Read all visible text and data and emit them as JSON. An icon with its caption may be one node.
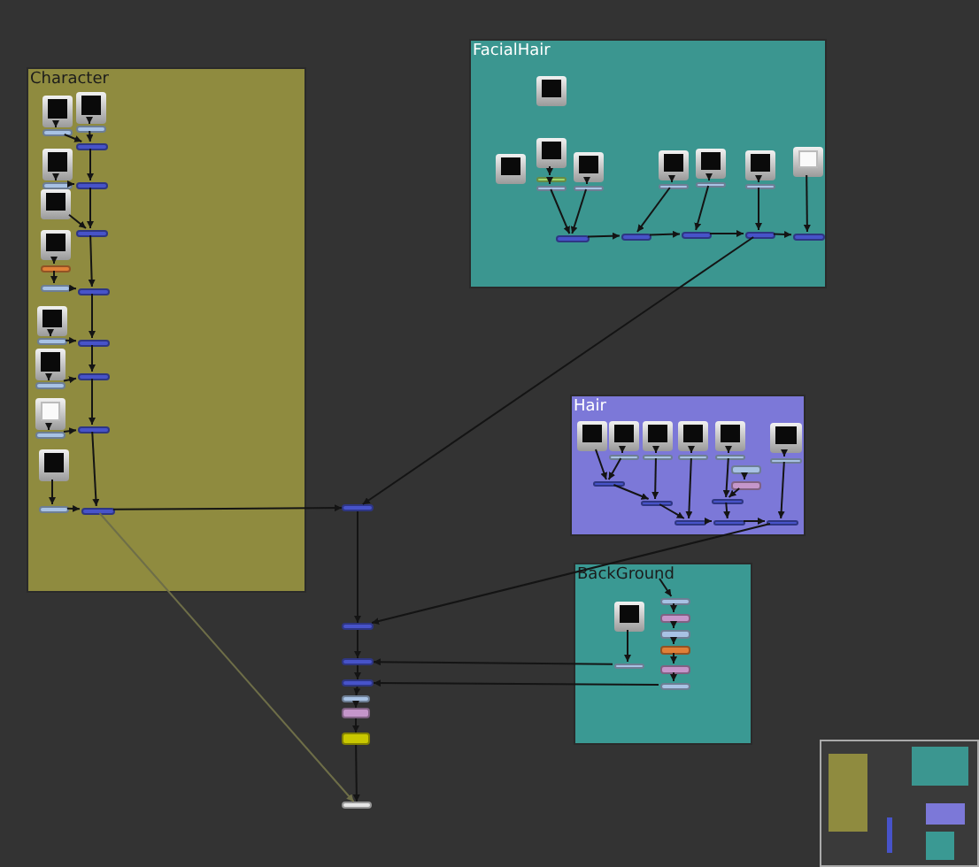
{
  "diagram": {
    "nodes": [
      {
        "text": [
          "Character"
        ]
      },
      {
        "text": [],
        "shape": "box",
        "in": 0
      },
      {
        "text": [],
        "shape": "bar",
        "in": 0
      },
      {
        "text": [],
        "shape": "box",
        "in": 0
      },
      {
        "text": [],
        "shape": "bar",
        "in": 0
      },
      {
        "text": [],
        "shape": "bar",
        "in": 0
      },
      {
        "text": [],
        "shape": "box",
        "in": 0
      },
      {
        "text": [],
        "shape": "bar",
        "in": 0
      },
      {
        "text": [],
        "shape": "bar",
        "in": 0
      },
      {
        "text": [],
        "shape": "box",
        "in": 0
      },
      {
        "text": [],
        "shape": "bar",
        "in": 0
      },
      {
        "text": [],
        "shape": "box",
        "in": 0
      },
      {
        "text": [],
        "shape": "bar",
        "in": 0
      },
      {
        "text": [],
        "shape": "bar",
        "in": 0
      },
      {
        "text": [],
        "shape": "bar",
        "in": 0
      },
      {
        "text": [],
        "shape": "box",
        "in": 0
      },
      {
        "text": [],
        "shape": "bar",
        "in": 0
      },
      {
        "text": [],
        "shape": "bar",
        "in": 0
      },
      {
        "text": [],
        "shape": "box",
        "in": 0
      },
      {
        "text": [],
        "shape": "bar",
        "in": 0
      },
      {
        "text": [],
        "shape": "bar",
        "in": 0
      },
      {
        "text": [],
        "shape": "box",
        "in": 0
      },
      {
        "text": [],
        "shape": "bar",
        "in": 0
      },
      {
        "text": [],
        "shape": "bar",
        "in": 0
      },
      {
        "text": [],
        "shape": "box",
        "in": 0
      },
      {
        "text": [],
        "shape": "bar",
        "in": 0
      },
      {
        "text": [],
        "shape": "bar",
        "in": 0
      },
      {
        "text": [
          "FacialHair"
        ]
      },
      {
        "text": [],
        "shape": "box",
        "in": 27
      },
      {
        "text": [],
        "shape": "box",
        "in": 27
      },
      {
        "text": [],
        "shape": "box",
        "in": 27
      },
      {
        "text": [],
        "shape": "bar",
        "in": 27
      },
      {
        "text": [],
        "shape": "bar",
        "in": 27
      },
      {
        "text": [],
        "shape": "box",
        "in": 27
      },
      {
        "text": [],
        "shape": "bar",
        "in": 27
      },
      {
        "text": [],
        "shape": "box",
        "in": 27
      },
      {
        "text": [],
        "shape": "bar",
        "in": 27
      },
      {
        "text": [],
        "shape": "box",
        "in": 27
      },
      {
        "text": [],
        "shape": "bar",
        "in": 27
      },
      {
        "text": [],
        "shape": "box",
        "in": 27
      },
      {
        "text": [],
        "shape": "bar",
        "in": 27
      },
      {
        "text": [],
        "shape": "box",
        "in": 27
      },
      {
        "text": [],
        "shape": "bar",
        "in": 27
      },
      {
        "text": [],
        "shape": "bar",
        "in": 27
      },
      {
        "text": [],
        "shape": "bar",
        "in": 27
      },
      {
        "text": [],
        "shape": "bar",
        "in": 27
      },
      {
        "text": [],
        "shape": "bar",
        "in": 27
      },
      {
        "text": [
          "Hair"
        ]
      },
      {
        "text": [],
        "shape": "box",
        "in": 47
      },
      {
        "text": [],
        "shape": "box",
        "in": 47
      },
      {
        "text": [],
        "shape": "bar",
        "in": 47
      },
      {
        "text": [],
        "shape": "box",
        "in": 47
      },
      {
        "text": [],
        "shape": "bar",
        "in": 47
      },
      {
        "text": [],
        "shape": "box",
        "in": 47
      },
      {
        "text": [],
        "shape": "bar",
        "in": 47
      },
      {
        "text": [],
        "shape": "box",
        "in": 47
      },
      {
        "text": [],
        "shape": "bar",
        "in": 47
      },
      {
        "text": [],
        "shape": "bar",
        "in": 47
      },
      {
        "text": [],
        "shape": "bar",
        "in": 47
      },
      {
        "text": [],
        "shape": "box",
        "in": 47
      },
      {
        "text": [],
        "shape": "bar",
        "in": 47
      },
      {
        "text": [],
        "shape": "bar",
        "in": 47
      },
      {
        "text": [],
        "shape": "bar",
        "in": 47
      },
      {
        "text": [],
        "shape": "bar",
        "in": 47
      },
      {
        "text": [],
        "shape": "bar",
        "in": 47
      },
      {
        "text": [],
        "shape": "bar",
        "in": 47
      },
      {
        "text": [],
        "shape": "bar",
        "in": 47
      },
      {
        "text": [
          "BackGround"
        ]
      },
      {
        "text": [],
        "shape": "box",
        "in": 67
      },
      {
        "text": [],
        "shape": "bar",
        "in": 67
      },
      {
        "text": [],
        "shape": "bar",
        "in": 67
      },
      {
        "text": [],
        "shape": "bar",
        "in": 67
      },
      {
        "text": [],
        "shape": "bar",
        "in": 67
      },
      {
        "text": [],
        "shape": "bar",
        "in": 67
      },
      {
        "text": [],
        "shape": "bar",
        "in": 67
      },
      {
        "text": [],
        "shape": "bar",
        "in": 67
      },
      {
        "text": [],
        "shape": "bar"
      },
      {
        "text": [],
        "shape": "bar"
      },
      {
        "text": [],
        "shape": "bar"
      },
      {
        "text": [],
        "shape": "bar"
      },
      {
        "text": [],
        "shape": "bar"
      },
      {
        "text": [],
        "shape": "bar"
      },
      {
        "text": [],
        "shape": "bar"
      },
      {
        "text": [],
        "shape": "bar"
      }
    ],
    "edges": [
      {
        "from": 1,
        "to": 2,
        "arrow": "to"
      },
      {
        "from": 2,
        "to": 5,
        "arrow": "to"
      },
      {
        "from": 3,
        "to": 4,
        "arrow": "to"
      },
      {
        "from": 4,
        "to": 5,
        "arrow": "to"
      },
      {
        "from": 6,
        "to": 7,
        "arrow": "to"
      },
      {
        "from": 7,
        "to": 8,
        "arrow": "to"
      },
      {
        "from": 5,
        "to": 8,
        "arrow": "to"
      },
      {
        "from": 8,
        "to": 10,
        "arrow": "to"
      },
      {
        "from": 9,
        "to": 10,
        "arrow": "to"
      },
      {
        "from": 11,
        "to": 12,
        "arrow": "to"
      },
      {
        "from": 12,
        "to": 13,
        "arrow": "to"
      },
      {
        "from": 13,
        "to": 14,
        "arrow": "to"
      },
      {
        "from": 10,
        "to": 14,
        "arrow": "to"
      },
      {
        "from": 14,
        "to": 17,
        "arrow": "to"
      },
      {
        "from": 15,
        "to": 16,
        "arrow": "to"
      },
      {
        "from": 16,
        "to": 17,
        "arrow": "to"
      },
      {
        "from": 17,
        "to": 20,
        "arrow": "to"
      },
      {
        "from": 18,
        "to": 19,
        "arrow": "to"
      },
      {
        "from": 19,
        "to": 20,
        "arrow": "to"
      },
      {
        "from": 20,
        "to": 23,
        "arrow": "to"
      },
      {
        "from": 21,
        "to": 22,
        "arrow": "to"
      },
      {
        "from": 22,
        "to": 23,
        "arrow": "to"
      },
      {
        "from": 23,
        "to": 26,
        "arrow": "to"
      },
      {
        "from": 24,
        "to": 25,
        "arrow": "to"
      },
      {
        "from": 25,
        "to": 26,
        "arrow": "to"
      },
      {
        "from": 26,
        "to": 76,
        "arrow": "to"
      },
      {
        "from": 26,
        "to": 83,
        "arrow": "to",
        "color": "#6e6e48"
      },
      {
        "from": 30,
        "to": 31,
        "arrow": "to"
      },
      {
        "from": 31,
        "to": 32,
        "arrow": "to"
      },
      {
        "from": 32,
        "to": 42,
        "arrow": "to"
      },
      {
        "from": 33,
        "to": 34,
        "arrow": "to"
      },
      {
        "from": 34,
        "to": 42,
        "arrow": "to"
      },
      {
        "from": 42,
        "to": 43,
        "arrow": "to"
      },
      {
        "from": 35,
        "to": 36,
        "arrow": "to"
      },
      {
        "from": 36,
        "to": 43,
        "arrow": "to"
      },
      {
        "from": 43,
        "to": 44,
        "arrow": "to"
      },
      {
        "from": 37,
        "to": 38,
        "arrow": "to"
      },
      {
        "from": 38,
        "to": 44,
        "arrow": "to"
      },
      {
        "from": 44,
        "to": 45,
        "arrow": "to"
      },
      {
        "from": 39,
        "to": 40,
        "arrow": "to"
      },
      {
        "from": 40,
        "to": 45,
        "arrow": "to"
      },
      {
        "from": 45,
        "to": 46,
        "arrow": "to"
      },
      {
        "from": 41,
        "to": 46,
        "arrow": "to"
      },
      {
        "from": 45,
        "to": 76,
        "arrow": "to"
      },
      {
        "from": 48,
        "to": 61,
        "arrow": "to"
      },
      {
        "from": 49,
        "to": 50,
        "arrow": "to"
      },
      {
        "from": 50,
        "to": 61,
        "arrow": "to"
      },
      {
        "from": 61,
        "to": 62,
        "arrow": "to"
      },
      {
        "from": 51,
        "to": 52,
        "arrow": "to"
      },
      {
        "from": 52,
        "to": 62,
        "arrow": "to"
      },
      {
        "from": 62,
        "to": 63,
        "arrow": "to"
      },
      {
        "from": 53,
        "to": 54,
        "arrow": "to"
      },
      {
        "from": 54,
        "to": 63,
        "arrow": "to"
      },
      {
        "from": 63,
        "to": 64,
        "arrow": "to"
      },
      {
        "from": 55,
        "to": 56,
        "arrow": "to"
      },
      {
        "from": 56,
        "to": 65,
        "arrow": "to"
      },
      {
        "from": 57,
        "to": 58,
        "arrow": "to"
      },
      {
        "from": 58,
        "to": 65,
        "arrow": "to"
      },
      {
        "from": 65,
        "to": 64,
        "arrow": "to"
      },
      {
        "from": 64,
        "to": 66,
        "arrow": "to"
      },
      {
        "from": 59,
        "to": 60,
        "arrow": "to"
      },
      {
        "from": 60,
        "to": 66,
        "arrow": "to"
      },
      {
        "from": 66,
        "to": 77,
        "arrow": "to"
      },
      {
        "from": 68,
        "to": 69,
        "arrow": "to"
      },
      {
        "from": 69,
        "to": 78,
        "arrow": "to"
      },
      {
        "from": null,
        "to": 70,
        "arrow": "to"
      },
      {
        "from": 70,
        "to": 71,
        "arrow": "to"
      },
      {
        "from": 71,
        "to": 72,
        "arrow": "to"
      },
      {
        "from": 72,
        "to": 73,
        "arrow": "to"
      },
      {
        "from": 73,
        "to": 74,
        "arrow": "to"
      },
      {
        "from": 74,
        "to": 75,
        "arrow": "to"
      },
      {
        "from": 75,
        "to": 79,
        "arrow": "to"
      },
      {
        "from": 76,
        "to": 77,
        "arrow": "to"
      },
      {
        "from": 77,
        "to": 78,
        "arrow": "to"
      },
      {
        "from": 78,
        "to": 79,
        "arrow": "to"
      },
      {
        "from": 79,
        "to": 80,
        "arrow": "to"
      },
      {
        "from": 80,
        "to": 81,
        "arrow": "to"
      },
      {
        "from": 81,
        "to": 82,
        "arrow": "to"
      },
      {
        "from": 82,
        "to": 83,
        "arrow": "to"
      }
    ]
  }
}
